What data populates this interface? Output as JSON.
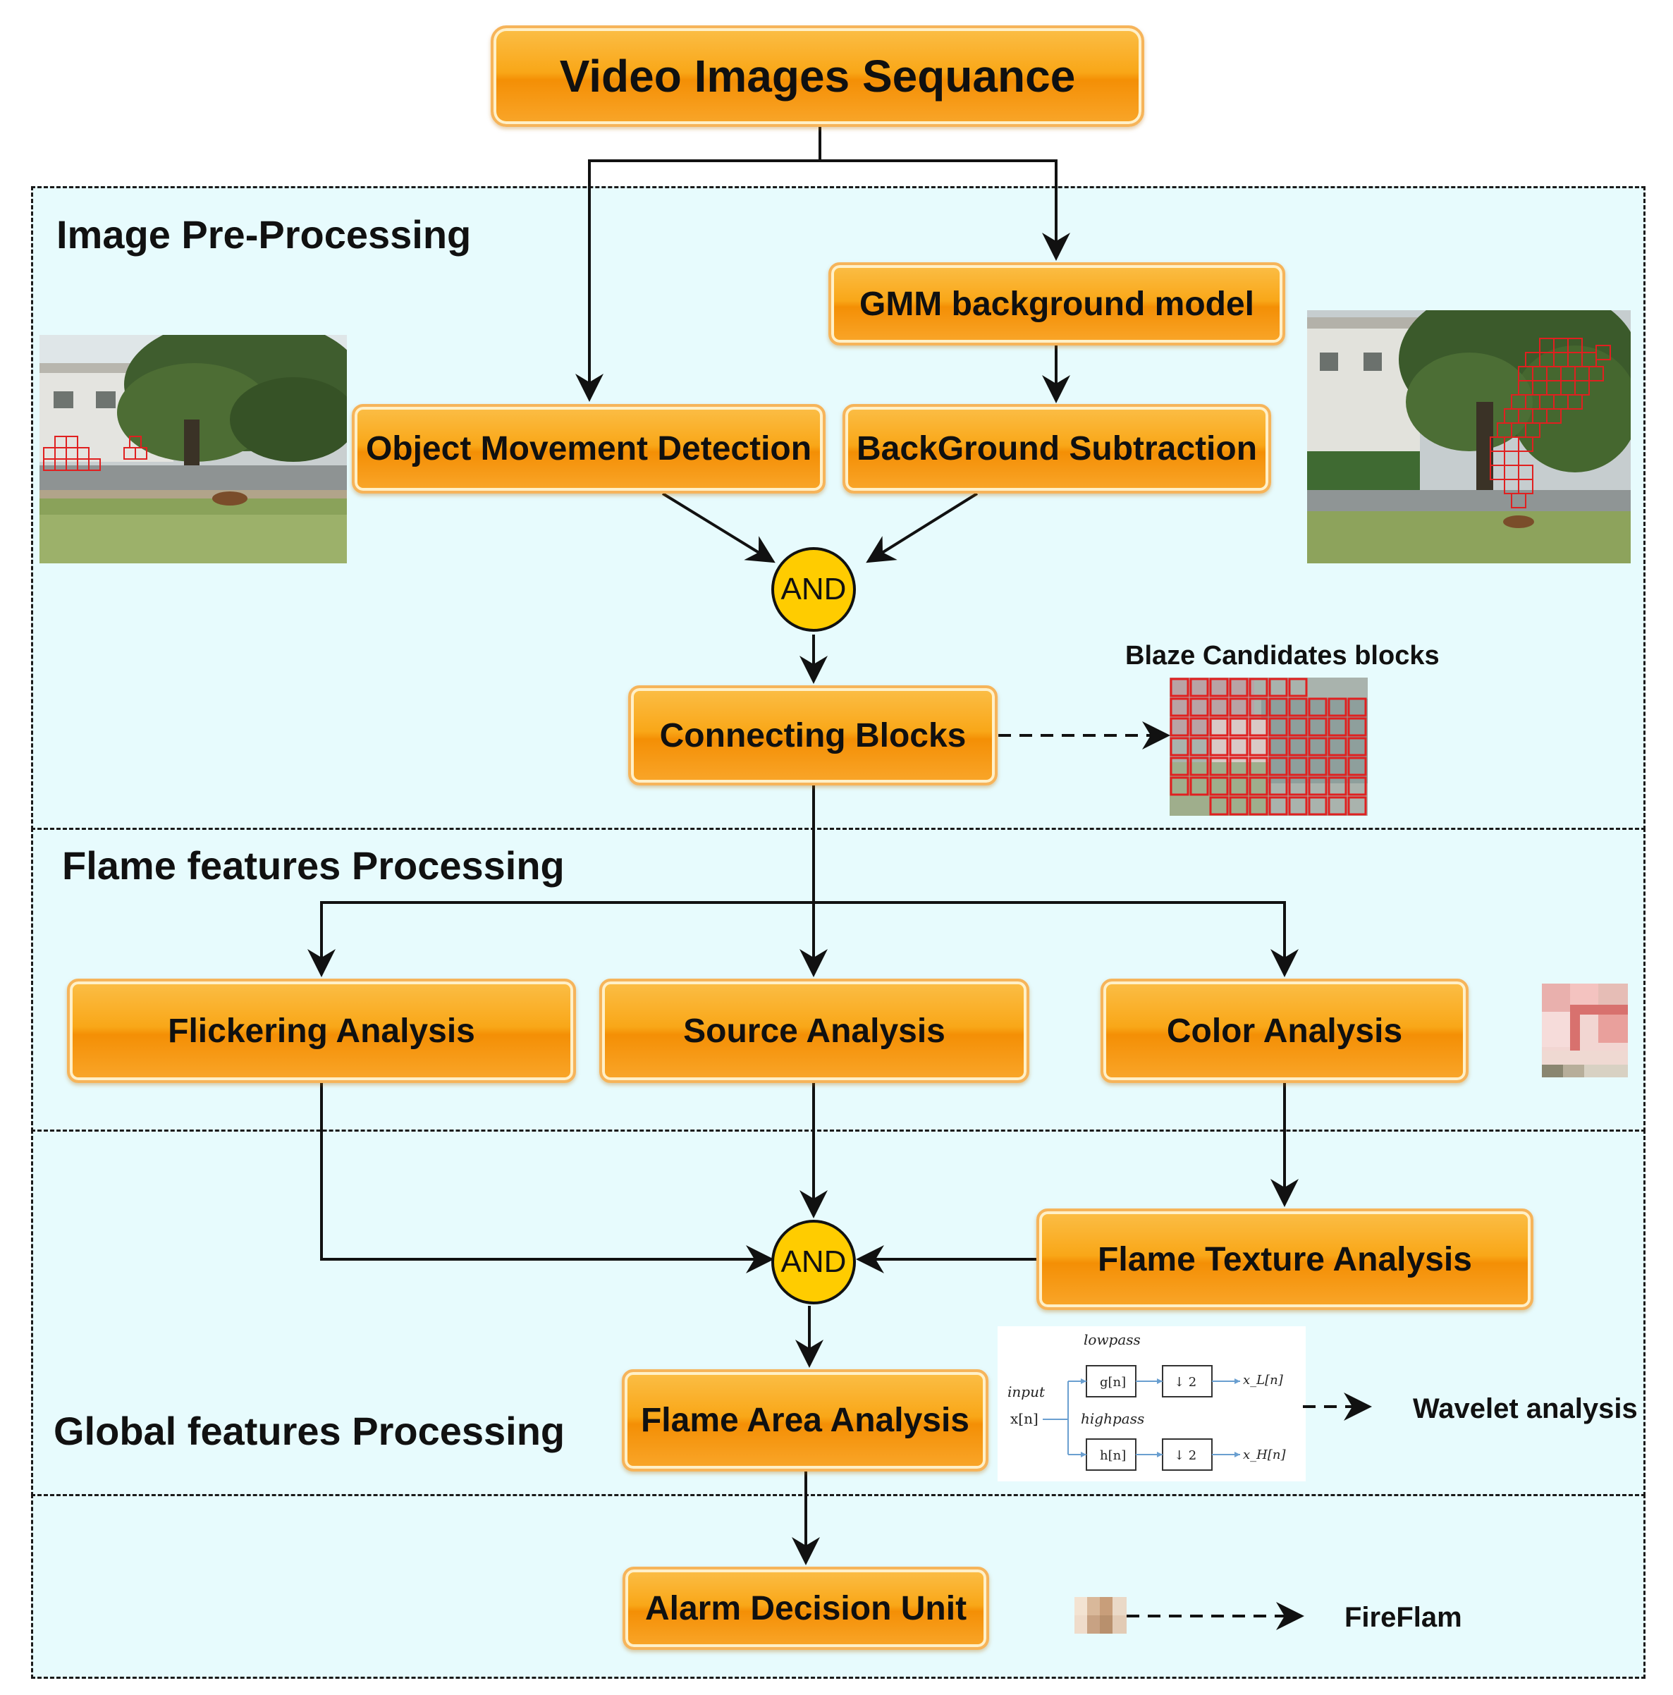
{
  "top_box": "Video Images Sequance",
  "sections": {
    "preprocessing": "Image Pre-Processing",
    "flame": "Flame features Processing",
    "global": "Global features Processing"
  },
  "boxes": {
    "gmm": "GMM background model",
    "object_movement": "Object Movement Detection",
    "background_subtraction": "BackGround Subtraction",
    "connecting_blocks": "Connecting Blocks",
    "flickering": "Flickering Analysis",
    "source": "Source Analysis",
    "color": "Color Analysis",
    "flame_texture": "Flame Texture Analysis",
    "flame_area": "Flame Area Analysis",
    "alarm": "Alarm Decision Unit"
  },
  "gates": {
    "and_top": "AND",
    "and_bottom": "AND"
  },
  "labels": {
    "blaze_candidates": "Blaze Candidates blocks",
    "wavelet": "Wavelet analysis",
    "fireflam": "FireFlam"
  },
  "wavelet_diagram": {
    "lowpass": "lowpass",
    "highpass": "highpass",
    "input": "input",
    "input_signal": "x[n]",
    "g_filter": "g[n]",
    "h_filter": "h[n]",
    "downsample": "↓ 2",
    "out_low": "x_L[n]",
    "out_high": "x_H[n]"
  },
  "colors": {
    "box_orange": "#f9a718",
    "box_border": "#f6b45a",
    "gate_yellow": "#ffcc00",
    "region_bg": "#e7fbfd",
    "grid_red": "#e02020"
  }
}
